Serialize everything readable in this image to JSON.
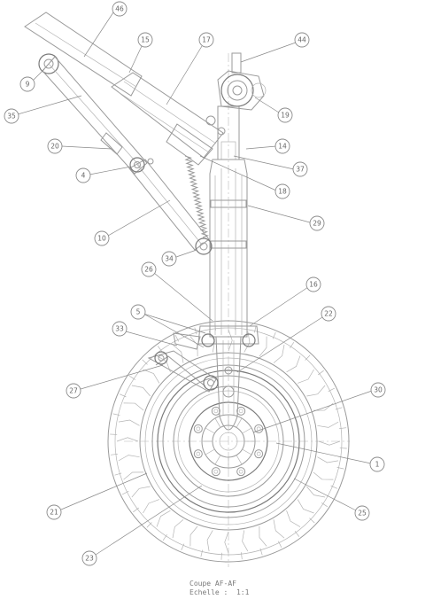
{
  "callouts": [
    {
      "id": "c46",
      "label": "46"
    },
    {
      "id": "c15",
      "label": "15"
    },
    {
      "id": "c17",
      "label": "17"
    },
    {
      "id": "c44",
      "label": "44"
    },
    {
      "id": "c9",
      "label": "9"
    },
    {
      "id": "c35",
      "label": "35"
    },
    {
      "id": "c19",
      "label": "19"
    },
    {
      "id": "c14",
      "label": "14"
    },
    {
      "id": "c20",
      "label": "20"
    },
    {
      "id": "c37",
      "label": "37"
    },
    {
      "id": "c4",
      "label": "4"
    },
    {
      "id": "c18",
      "label": "18"
    },
    {
      "id": "c29",
      "label": "29"
    },
    {
      "id": "c10",
      "label": "10"
    },
    {
      "id": "c34",
      "label": "34"
    },
    {
      "id": "c26",
      "label": "26"
    },
    {
      "id": "c16",
      "label": "16"
    },
    {
      "id": "c5",
      "label": "5"
    },
    {
      "id": "c22",
      "label": "22"
    },
    {
      "id": "c33",
      "label": "33"
    },
    {
      "id": "c27",
      "label": "27"
    },
    {
      "id": "c30",
      "label": "30"
    },
    {
      "id": "c1",
      "label": "1"
    },
    {
      "id": "c21",
      "label": "21"
    },
    {
      "id": "c25",
      "label": "25"
    },
    {
      "id": "c23",
      "label": "23"
    }
  ],
  "caption": {
    "line1": "Coupe AF-AF",
    "line2": "Echelle :  1:1"
  }
}
